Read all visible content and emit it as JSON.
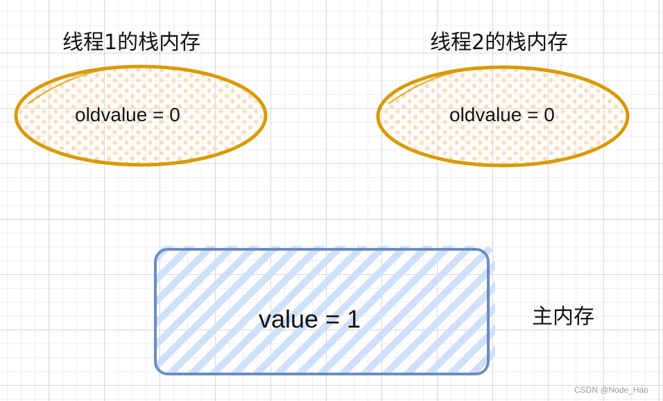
{
  "thread1": {
    "title": "线程1的栈内存",
    "text": "oldvalue = 0"
  },
  "thread2": {
    "title": "线程2的栈内存",
    "text": "oldvalue = 0"
  },
  "main_memory": {
    "label": "主内存",
    "text": "value = 1"
  },
  "watermark": "CSDN @Node_Hao",
  "colors": {
    "ellipse_stroke": "#d89a00",
    "ellipse_fill_dots": "#ffdcb8",
    "rect_stroke": "#6a8dc0",
    "rect_hatch": "#cfe0fa",
    "grid_major": "#d6d6d6",
    "grid_minor": "#efefef"
  }
}
